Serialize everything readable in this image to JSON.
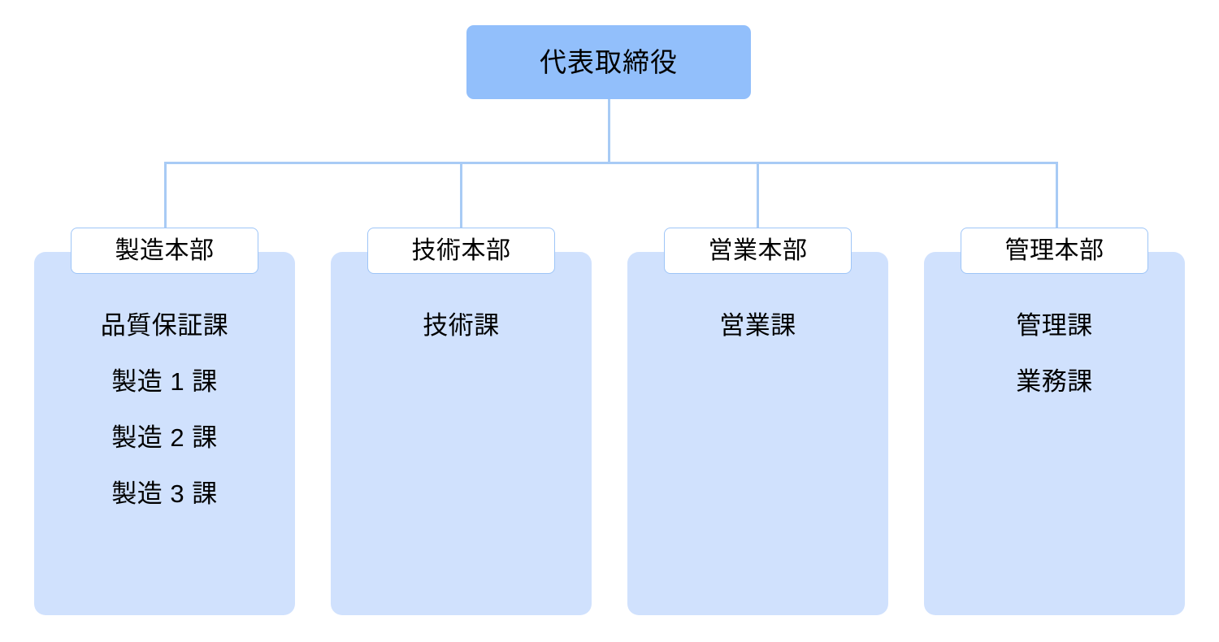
{
  "chart_type": "organization-chart",
  "colors": {
    "root_fill": "#92BFFB",
    "panel_fill": "#D0E1FD",
    "header_fill": "#FFFFFF",
    "header_border": "#9EC5F7",
    "connector": "#A8CBF5",
    "text": "#000000",
    "background": "#FFFFFF"
  },
  "root": {
    "label": "代表取締役"
  },
  "departments": [
    {
      "header": "製造本部",
      "items": [
        "品質保証課",
        "製造 1 課",
        "製造 2 課",
        "製造 3 課"
      ]
    },
    {
      "header": "技術本部",
      "items": [
        "技術課"
      ]
    },
    {
      "header": "営業本部",
      "items": [
        "営業課"
      ]
    },
    {
      "header": "管理本部",
      "items": [
        "管理課",
        "業務課"
      ]
    }
  ]
}
